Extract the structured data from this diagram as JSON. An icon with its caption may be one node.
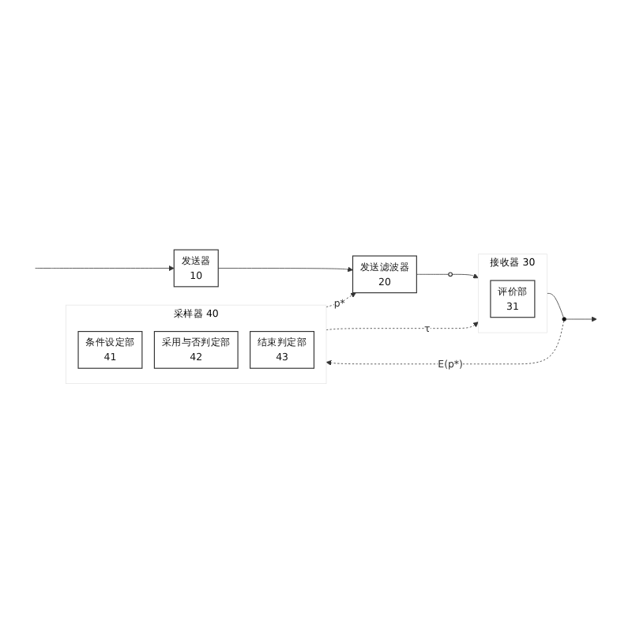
{
  "diagram": {
    "nodes": [
      {
        "text": [
          "发送器",
          "10"
        ]
      },
      {
        "text": [
          "发送滤波器",
          "20"
        ]
      },
      {
        "text": [],
        "shape": "circle"
      },
      {
        "text": [
          "接收器",
          "30"
        ]
      },
      {
        "text": [
          "评价部",
          "31"
        ],
        "in": 3
      },
      {
        "text": [
          "采样器",
          "40"
        ]
      },
      {
        "text": [
          "条件设定部",
          "41"
        ],
        "in": 5
      },
      {
        "text": [
          "采用与否判定部",
          "42"
        ],
        "in": 5
      },
      {
        "text": [
          "结束判定部",
          "43"
        ],
        "in": 5
      },
      {
        "text": [],
        "shape": "dot"
      }
    ],
    "edges": [
      {
        "from": null,
        "to": 0,
        "arrow": "to"
      },
      {
        "from": 0,
        "to": 1,
        "arrow": "to"
      },
      {
        "from": 1,
        "to": 2,
        "arrow": "none"
      },
      {
        "from": 2,
        "to": 3,
        "arrow": "to"
      },
      {
        "from": 3,
        "to": 9,
        "arrow": "none"
      },
      {
        "from": 9,
        "to": null,
        "arrow": "to"
      },
      {
        "from": 5,
        "to": 1,
        "arrow": "to",
        "style": "dashed",
        "label": "p*"
      },
      {
        "from": 5,
        "to": 3,
        "arrow": "to",
        "style": "dashed",
        "label": "τ"
      },
      {
        "from": 9,
        "to": 5,
        "arrow": "to",
        "style": "dashed",
        "label": "E(p*)"
      }
    ]
  }
}
